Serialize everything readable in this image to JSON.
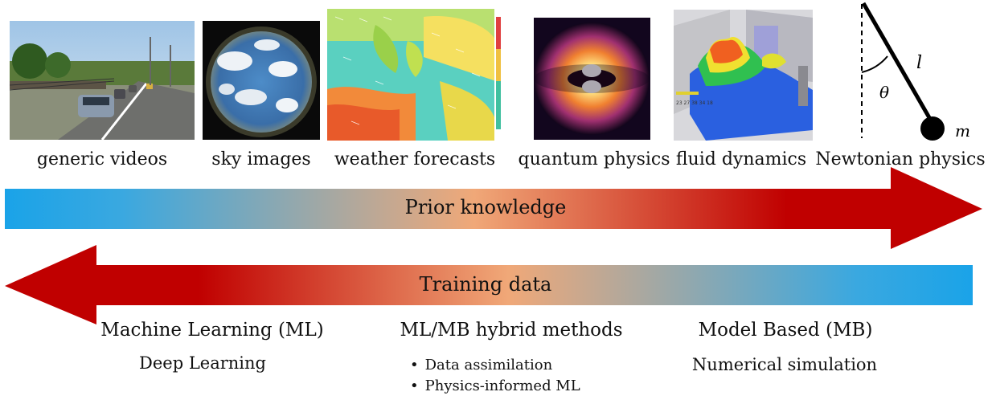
{
  "images": [
    {
      "caption": "generic videos",
      "icon": "road-scene-photo"
    },
    {
      "caption": "sky images",
      "icon": "fisheye-sky-photo"
    },
    {
      "caption": "weather forecasts",
      "icon": "weather-map"
    },
    {
      "caption": "quantum physics",
      "icon": "quantum-orbital-plot"
    },
    {
      "caption": "fluid dynamics",
      "icon": "fluid-simulation-render"
    },
    {
      "caption": "Newtonian physics",
      "icon": "pendulum-diagram"
    }
  ],
  "pendulum": {
    "length_symbol": "l",
    "angle_symbol": "θ",
    "mass_symbol": "m"
  },
  "arrows": {
    "prior_knowledge": "Prior knowledge",
    "training_data": "Training data",
    "colors": {
      "blue": "#1aa3e8",
      "peach": "#f0a878",
      "red": "#c00000"
    }
  },
  "methods": {
    "ml": {
      "title": "Machine Learning (ML)",
      "subtitle": "Deep Learning"
    },
    "hybrid": {
      "title": "ML/MB hybrid methods",
      "bullets": [
        "Data assimilation",
        "Physics-informed ML"
      ]
    },
    "mb": {
      "title": "Model Based (MB)",
      "subtitle": "Numerical simulation"
    }
  }
}
